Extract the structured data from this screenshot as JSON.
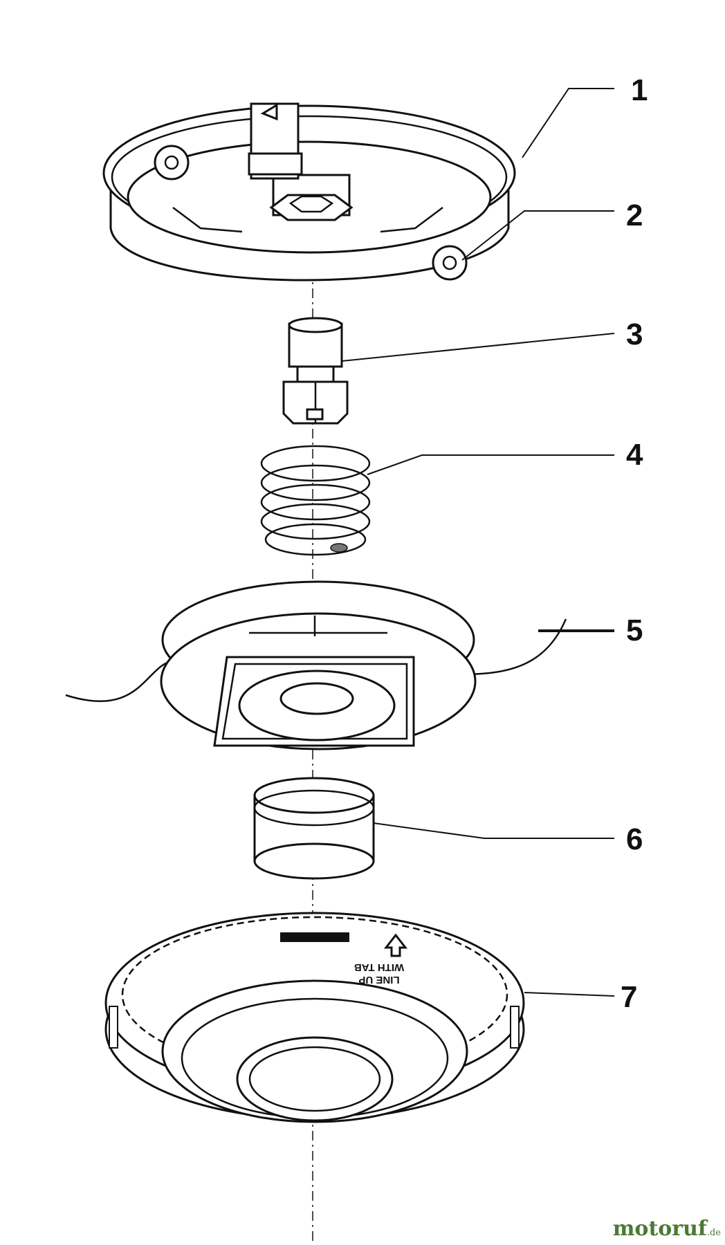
{
  "callouts": [
    {
      "label": "1"
    },
    {
      "label": "2"
    },
    {
      "label": "3"
    },
    {
      "label": "4"
    },
    {
      "label": "5"
    },
    {
      "label": "6"
    },
    {
      "label": "7"
    }
  ],
  "cover_text": {
    "line1": "LINE UP",
    "line2": "WITH TAB"
  },
  "watermark": {
    "name": "motoruf",
    "tld": ".de"
  },
  "colors": {
    "line": "#111111",
    "watermark": "#4a7a33"
  }
}
